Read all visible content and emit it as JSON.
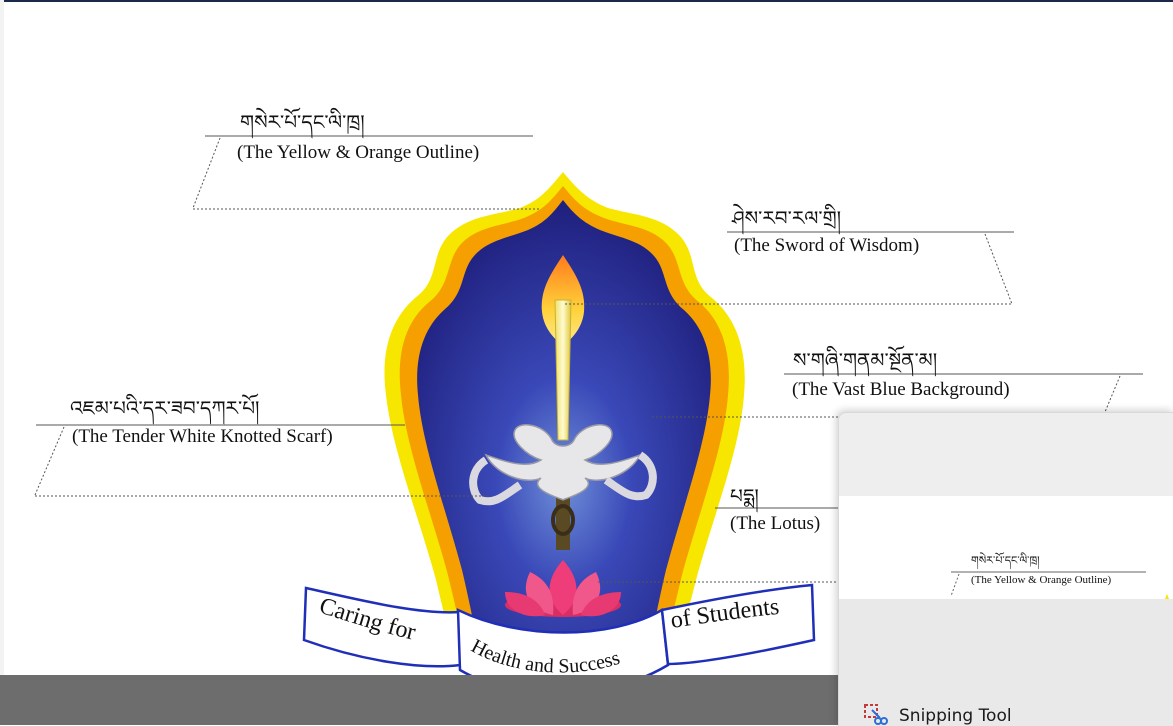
{
  "labels": {
    "outline_tibetan": "གསེར་པོ་དང་ལི་ཁྲ།",
    "outline_english": "(The Yellow & Orange Outline)",
    "sword_tibetan": "ཤེས་རབ་རལ་གྲི།",
    "sword_english": "(The Sword of Wisdom)",
    "background_tibetan": "ས་གཞི་གནམ་སྔོན་མ།",
    "background_english": "(The Vast Blue Background)",
    "scarf_tibetan": "འཇམ་པའི་དར་ཟབ་དཀར་པོ།",
    "scarf_english": "(The Tender White Knotted Scarf)",
    "lotus_tibetan": "པདྨ།",
    "lotus_english": "(The Lotus)"
  },
  "banner": {
    "left": "Caring for",
    "middle": "Health and Success",
    "right": "of Students"
  },
  "snipping_preview": {
    "app_name": "Snipping Tool",
    "preview_tibetan": "གསེར་པོ་དང་ལི་ཁྲ།",
    "preview_english": "(The Yellow & Orange Outline)"
  },
  "colors": {
    "background_blue": "#2a2f9a",
    "outline_yellow": "#f7e600",
    "outline_orange": "#f5a000",
    "banner_border": "#1f2fb8",
    "lotus_pink": "#ee3d78"
  }
}
